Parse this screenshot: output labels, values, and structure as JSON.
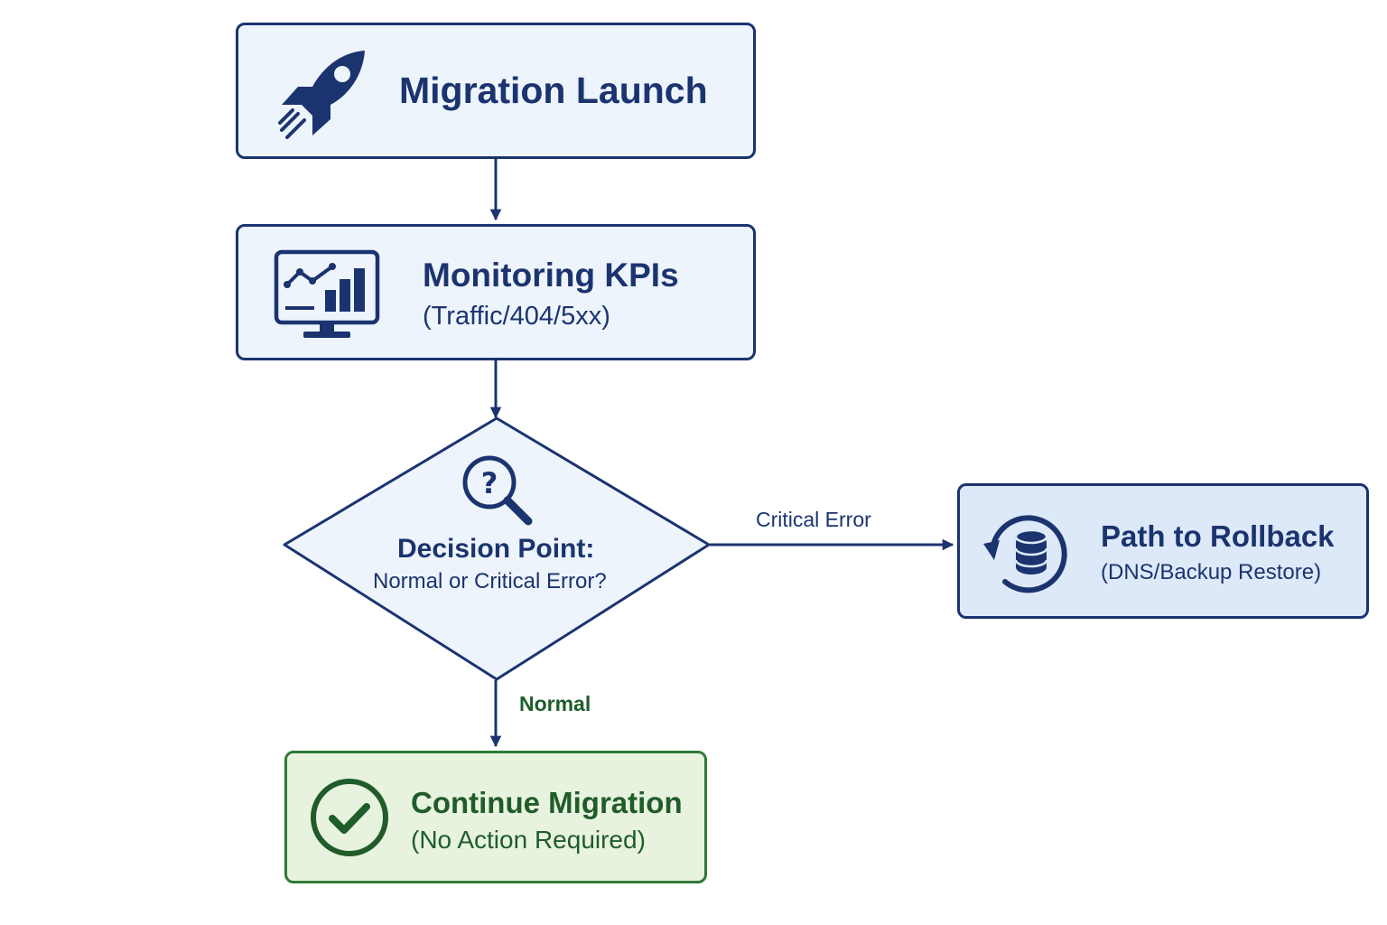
{
  "colors": {
    "navy": "#1b3470",
    "node_fill": "#eef4fc",
    "rollback_fill": "#dde9f8",
    "success_green": "#1f5c2a",
    "success_fill": "#e8f3df",
    "success_border": "#2f7a36"
  },
  "nodes": {
    "launch": {
      "title": "Migration Launch",
      "icon": "rocket-icon"
    },
    "monitoring": {
      "title": "Monitoring KPIs",
      "subtitle": "(Traffic/404/5xx)",
      "icon": "monitor-chart-icon"
    },
    "decision": {
      "title": "Decision Point:",
      "subtitle": "Normal or Critical Error?",
      "icon": "magnifier-question-icon"
    },
    "rollback": {
      "title": "Path to Rollback",
      "subtitle": "(DNS/Backup Restore)",
      "icon": "database-refresh-icon"
    },
    "continue": {
      "title": "Continue Migration",
      "subtitle": "(No Action Required)",
      "icon": "checkmark-circle-icon"
    }
  },
  "edges": {
    "critical_label": "Critical Error",
    "normal_label": "Normal"
  }
}
